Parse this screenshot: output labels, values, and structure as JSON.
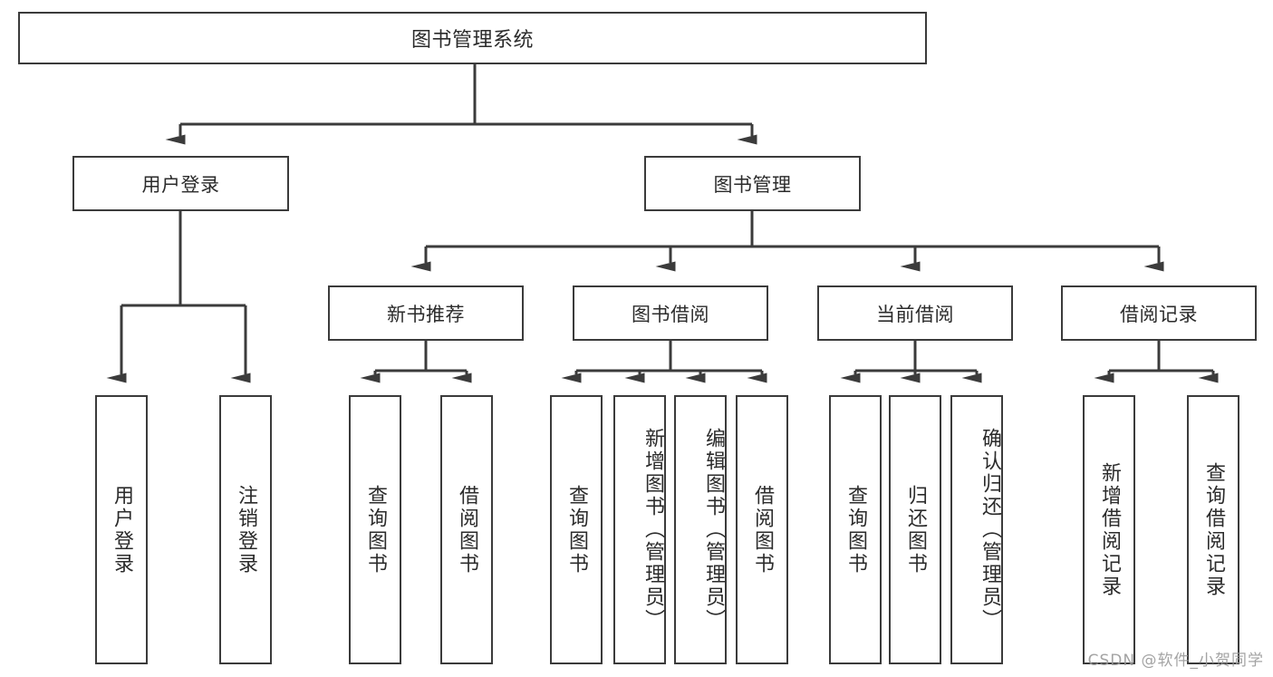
{
  "diagram": {
    "type": "tree",
    "title": "图书管理系统",
    "root": {
      "label": "图书管理系统"
    },
    "level1": [
      {
        "label": "用户登录"
      },
      {
        "label": "图书管理"
      }
    ],
    "level2": [
      {
        "label": "新书推荐"
      },
      {
        "label": "图书借阅"
      },
      {
        "label": "当前借阅"
      },
      {
        "label": "借阅记录"
      }
    ],
    "leaves": {
      "user_login": [
        {
          "label": "用户登录"
        },
        {
          "label": "注销登录"
        }
      ],
      "new_book_recommend": [
        {
          "label": "查询图书"
        },
        {
          "label": "借阅图书"
        }
      ],
      "book_borrow": [
        {
          "label": "查询图书"
        },
        {
          "label": "新增图书（管理员）"
        },
        {
          "label": "编辑图书（管理员）"
        },
        {
          "label": "借阅图书"
        }
      ],
      "current_borrow": [
        {
          "label": "查询图书"
        },
        {
          "label": "归还图书"
        },
        {
          "label": "确认归还（管理员）"
        }
      ],
      "borrow_record": [
        {
          "label": "新增借阅记录"
        },
        {
          "label": "查询借阅记录"
        }
      ]
    }
  },
  "watermark": {
    "text": "CSDN @软件_小贺同学"
  },
  "colors": {
    "border": "#3b3b3b",
    "text": "#2b2b2b",
    "background": "#ffffff",
    "watermark": "#9a9a9a"
  }
}
